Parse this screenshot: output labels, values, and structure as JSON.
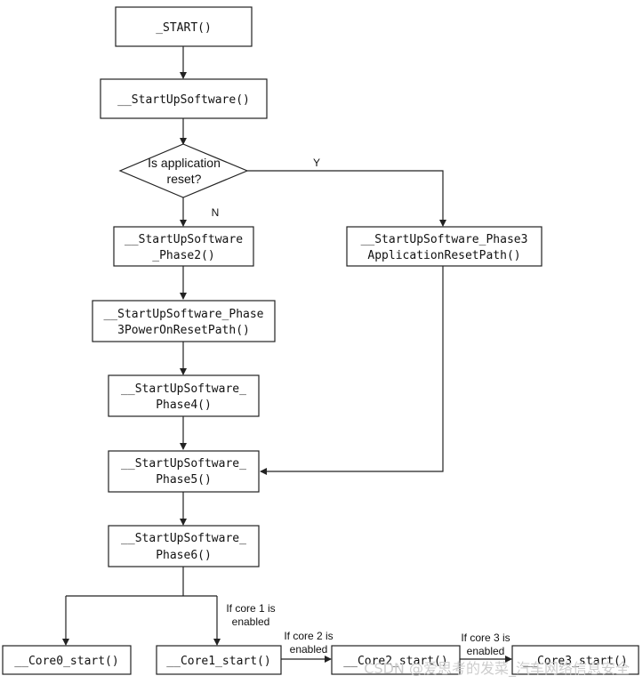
{
  "nodes": {
    "start": [
      "_START()"
    ],
    "startup_software": [
      "__StartUpSoftware()"
    ],
    "decision": [
      "Is application",
      "reset?"
    ],
    "phase2": [
      "__StartUpSoftware",
      "_Phase2()"
    ],
    "phase3_app_reset": [
      "__StartUpSoftware_Phase3",
      "ApplicationResetPath()"
    ],
    "phase3_power_on": [
      "__StartUpSoftware_Phase",
      "3PowerOnResetPath()"
    ],
    "phase4": [
      "__StartUpSoftware_",
      "Phase4()"
    ],
    "phase5": [
      "__StartUpSoftware_",
      "Phase5()"
    ],
    "phase6": [
      "__StartUpSoftware_",
      "Phase6()"
    ],
    "core0": [
      "__Core0_start()"
    ],
    "core1": [
      "__Core1_start()"
    ],
    "core2": [
      "__Core2_start()"
    ],
    "core3": [
      "__Core3_start()"
    ]
  },
  "edge_labels": {
    "yes": "Y",
    "no": "N",
    "core1_cond": [
      "If core 1 is",
      "enabled"
    ],
    "core2_cond": [
      "If core 2 is",
      "enabled"
    ],
    "core3_cond": [
      "If core 3 is",
      "enabled"
    ]
  },
  "watermark": "CSDN @爱思考的发菜_汽车网络信息安全"
}
